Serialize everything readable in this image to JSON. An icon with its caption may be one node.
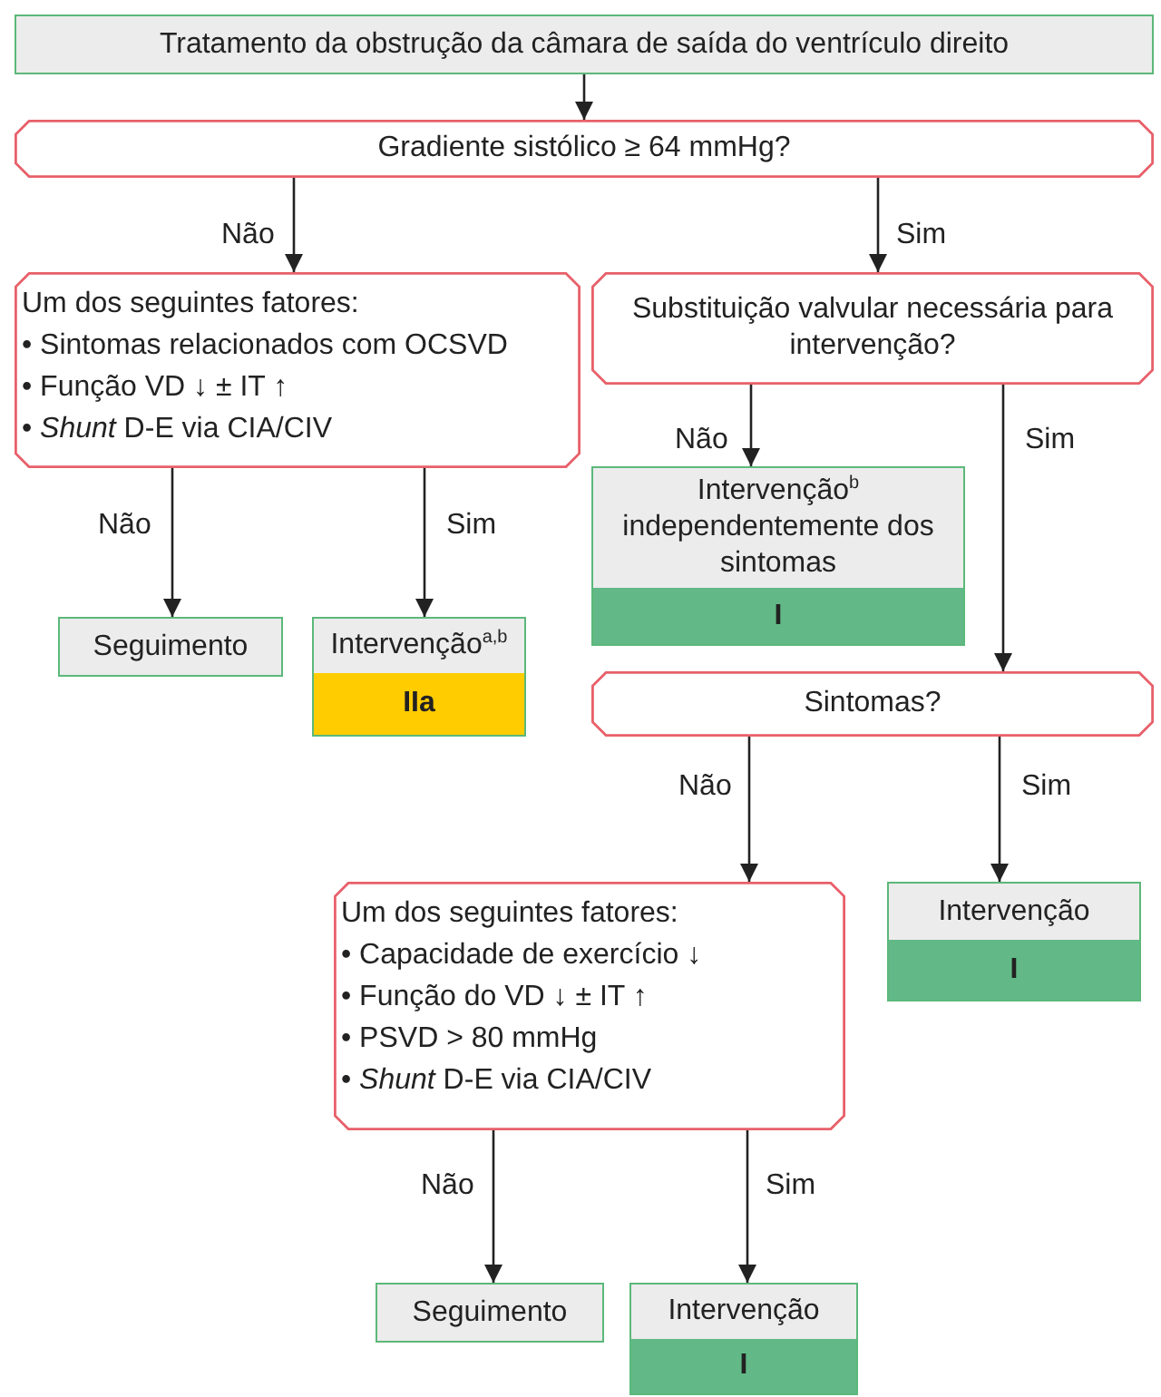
{
  "diagram": {
    "nodes": [
      {
        "text": [
          "Tratamento da obstrução da câmara de saída do ventrículo direito"
        ]
      },
      {
        "text": [
          "Gradiente sistólico ≥ 64 mmHg?"
        ]
      },
      {
        "text": [
          "Um dos seguintes fatores:",
          "• Sintomas relacionados com OCSVD",
          "• Função VD ↓ ± IT ↑",
          "• *Shunt* D-E via CIA/CIV"
        ]
      },
      {
        "text": [
          "Substituição valvular necessária para intervenção?"
        ]
      },
      {
        "text": [
          "Seguimento"
        ]
      },
      {
        "text": [
          "Intervenção$^{a,b}$",
          "IIa"
        ]
      },
      {
        "text": [
          "Intervenção$^{b}$ independentemente dos sintomas",
          "I"
        ]
      },
      {
        "text": [
          "Sintomas?"
        ]
      },
      {
        "text": [
          "Um dos seguintes fatores:",
          "• Capacidade de exercício ↓",
          "• Função do VD ↓ ± IT ↑",
          "• PSVD > 80 mmHg",
          "• *Shunt* D-E via CIA/CIV"
        ]
      },
      {
        "text": [
          "Intervenção",
          "I"
        ]
      },
      {
        "text": [
          "Seguimento"
        ]
      },
      {
        "text": [
          "Intervenção",
          "I"
        ]
      }
    ],
    "edges": [
      {
        "from": 0,
        "to": 1,
        "arrow": "to"
      },
      {
        "from": 1,
        "to": 2,
        "arrow": "to",
        "label": "Não"
      },
      {
        "from": 1,
        "to": 3,
        "arrow": "to",
        "label": "Sim"
      },
      {
        "from": 2,
        "to": 4,
        "arrow": "to",
        "label": "Não"
      },
      {
        "from": 2,
        "to": 5,
        "arrow": "to",
        "label": "Sim"
      },
      {
        "from": 3,
        "to": 6,
        "arrow": "to",
        "label": "Não"
      },
      {
        "from": 3,
        "to": 7,
        "arrow": "to",
        "label": "Sim"
      },
      {
        "from": 7,
        "to": 8,
        "arrow": "to",
        "label": "Não"
      },
      {
        "from": 7,
        "to": 9,
        "arrow": "to",
        "label": "Sim"
      },
      {
        "from": 8,
        "to": 10,
        "arrow": "to",
        "label": "Não"
      },
      {
        "from": 8,
        "to": 11,
        "arrow": "to",
        "label": "Sim"
      }
    ]
  }
}
